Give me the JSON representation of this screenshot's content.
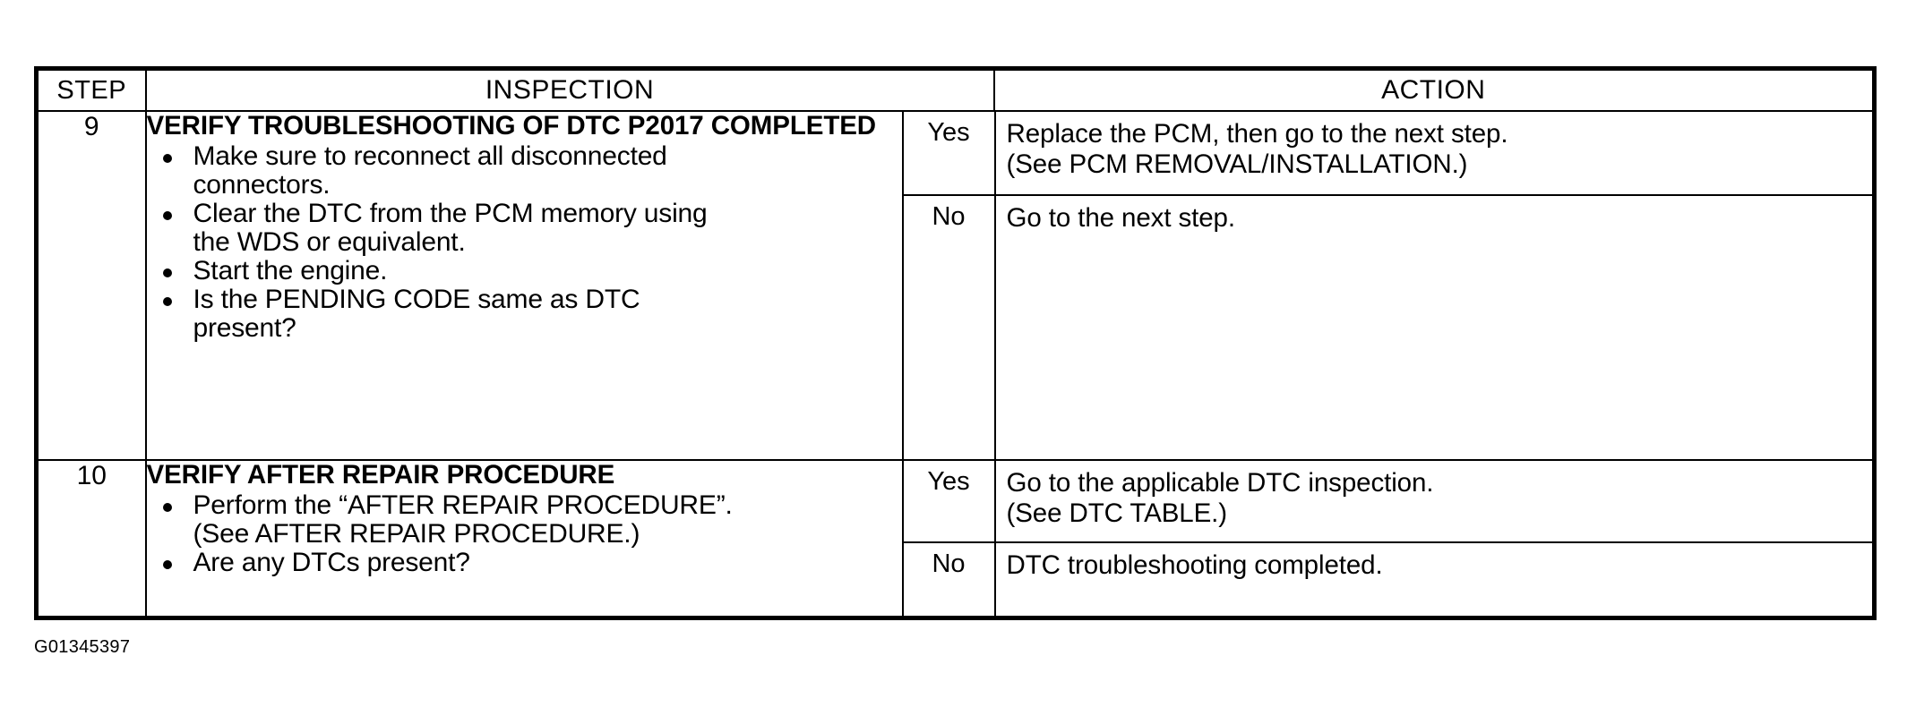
{
  "document": {
    "type": "diagnostic-trouble-code-troubleshooting-table",
    "figure_id": "G01345397"
  },
  "table": {
    "headers": {
      "step": "STEP",
      "inspection": "INSPECTION",
      "action": "ACTION"
    },
    "rows": [
      {
        "step": "9",
        "inspection": {
          "title_line1": "VERIFY TROUBLESHOOTING OF DTC P2017",
          "title_line2": "COMPLETED",
          "bullets": [
            {
              "line1": "Make sure to reconnect all disconnected",
              "line2": "connectors."
            },
            {
              "line1": "Clear the DTC from the PCM memory using",
              "line2": "the WDS or equivalent."
            },
            {
              "line1": "Start the engine.",
              "line2": ""
            },
            {
              "line1": "Is the PENDING CODE same as DTC",
              "line2": "present?"
            }
          ]
        },
        "results": [
          {
            "answer": "Yes",
            "action_line1": "Replace the PCM, then go to the next step.",
            "action_line2": "(See PCM REMOVAL/INSTALLATION.)"
          },
          {
            "answer": "No",
            "action_line1": "Go to the next step.",
            "action_line2": ""
          }
        ]
      },
      {
        "step": "10",
        "inspection": {
          "title_line1": "VERIFY AFTER REPAIR PROCEDURE",
          "title_line2": "",
          "bullets": [
            {
              "line1": "Perform the “AFTER REPAIR PROCEDURE”.",
              "line2": "(See AFTER REPAIR PROCEDURE.)"
            },
            {
              "line1": "Are any DTCs present?",
              "line2": ""
            }
          ]
        },
        "results": [
          {
            "answer": "Yes",
            "action_line1": "Go to the applicable DTC inspection.",
            "action_line2": "(See DTC TABLE.)"
          },
          {
            "answer": "No",
            "action_line1": "DTC troubleshooting completed.",
            "action_line2": ""
          }
        ]
      }
    ]
  },
  "colors": {
    "ink": "#000000",
    "paper": "#ffffff"
  }
}
